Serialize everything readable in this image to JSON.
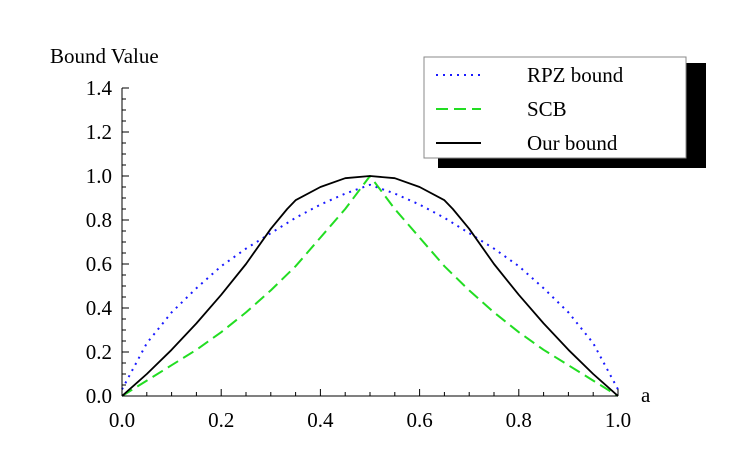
{
  "chart_data": {
    "type": "line",
    "title": "",
    "xlabel": "a",
    "ylabel": "Bound Value",
    "xlim": [
      0,
      1
    ],
    "ylim": [
      0,
      1.4
    ],
    "x_ticks": [
      "0.0",
      "0.2",
      "0.4",
      "0.6",
      "0.8",
      "1.0"
    ],
    "y_ticks": [
      "0.0",
      "0.2",
      "0.4",
      "0.6",
      "0.8",
      "1.0",
      "1.2",
      "1.4"
    ],
    "grid": false,
    "legend_position": "top-right",
    "series": [
      {
        "name": "RPZ bound",
        "color": "#1a1aff",
        "style": "dotted",
        "x": [
          0,
          0.05,
          0.1,
          0.15,
          0.2,
          0.25,
          0.3,
          0.35,
          0.4,
          0.45,
          0.5,
          0.55,
          0.6,
          0.65,
          0.7,
          0.75,
          0.8,
          0.85,
          0.9,
          0.95,
          1.0
        ],
        "y": [
          0.03,
          0.24,
          0.38,
          0.49,
          0.59,
          0.67,
          0.74,
          0.81,
          0.87,
          0.92,
          0.96,
          0.92,
          0.87,
          0.81,
          0.74,
          0.67,
          0.59,
          0.49,
          0.38,
          0.24,
          0.03
        ]
      },
      {
        "name": "SCB",
        "color": "#22dd22",
        "style": "dashed",
        "x": [
          0,
          0.05,
          0.1,
          0.15,
          0.2,
          0.25,
          0.3,
          0.35,
          0.4,
          0.45,
          0.5,
          0.55,
          0.6,
          0.65,
          0.7,
          0.75,
          0.8,
          0.85,
          0.9,
          0.95,
          1.0
        ],
        "y": [
          0,
          0.07,
          0.14,
          0.21,
          0.29,
          0.38,
          0.48,
          0.59,
          0.72,
          0.85,
          1.0,
          0.85,
          0.72,
          0.59,
          0.48,
          0.38,
          0.29,
          0.21,
          0.14,
          0.07,
          0
        ]
      },
      {
        "name": "Our bound",
        "color": "#000000",
        "style": "solid",
        "x": [
          0,
          0.05,
          0.1,
          0.15,
          0.2,
          0.25,
          0.3,
          0.333,
          0.35,
          0.4,
          0.45,
          0.5,
          0.55,
          0.6,
          0.65,
          0.667,
          0.7,
          0.75,
          0.8,
          0.85,
          0.9,
          0.95,
          1.0
        ],
        "y": [
          0,
          0.1,
          0.21,
          0.33,
          0.46,
          0.6,
          0.76,
          0.85,
          0.89,
          0.95,
          0.99,
          1.0,
          0.99,
          0.95,
          0.89,
          0.85,
          0.76,
          0.6,
          0.46,
          0.33,
          0.21,
          0.1,
          0
        ]
      }
    ]
  }
}
